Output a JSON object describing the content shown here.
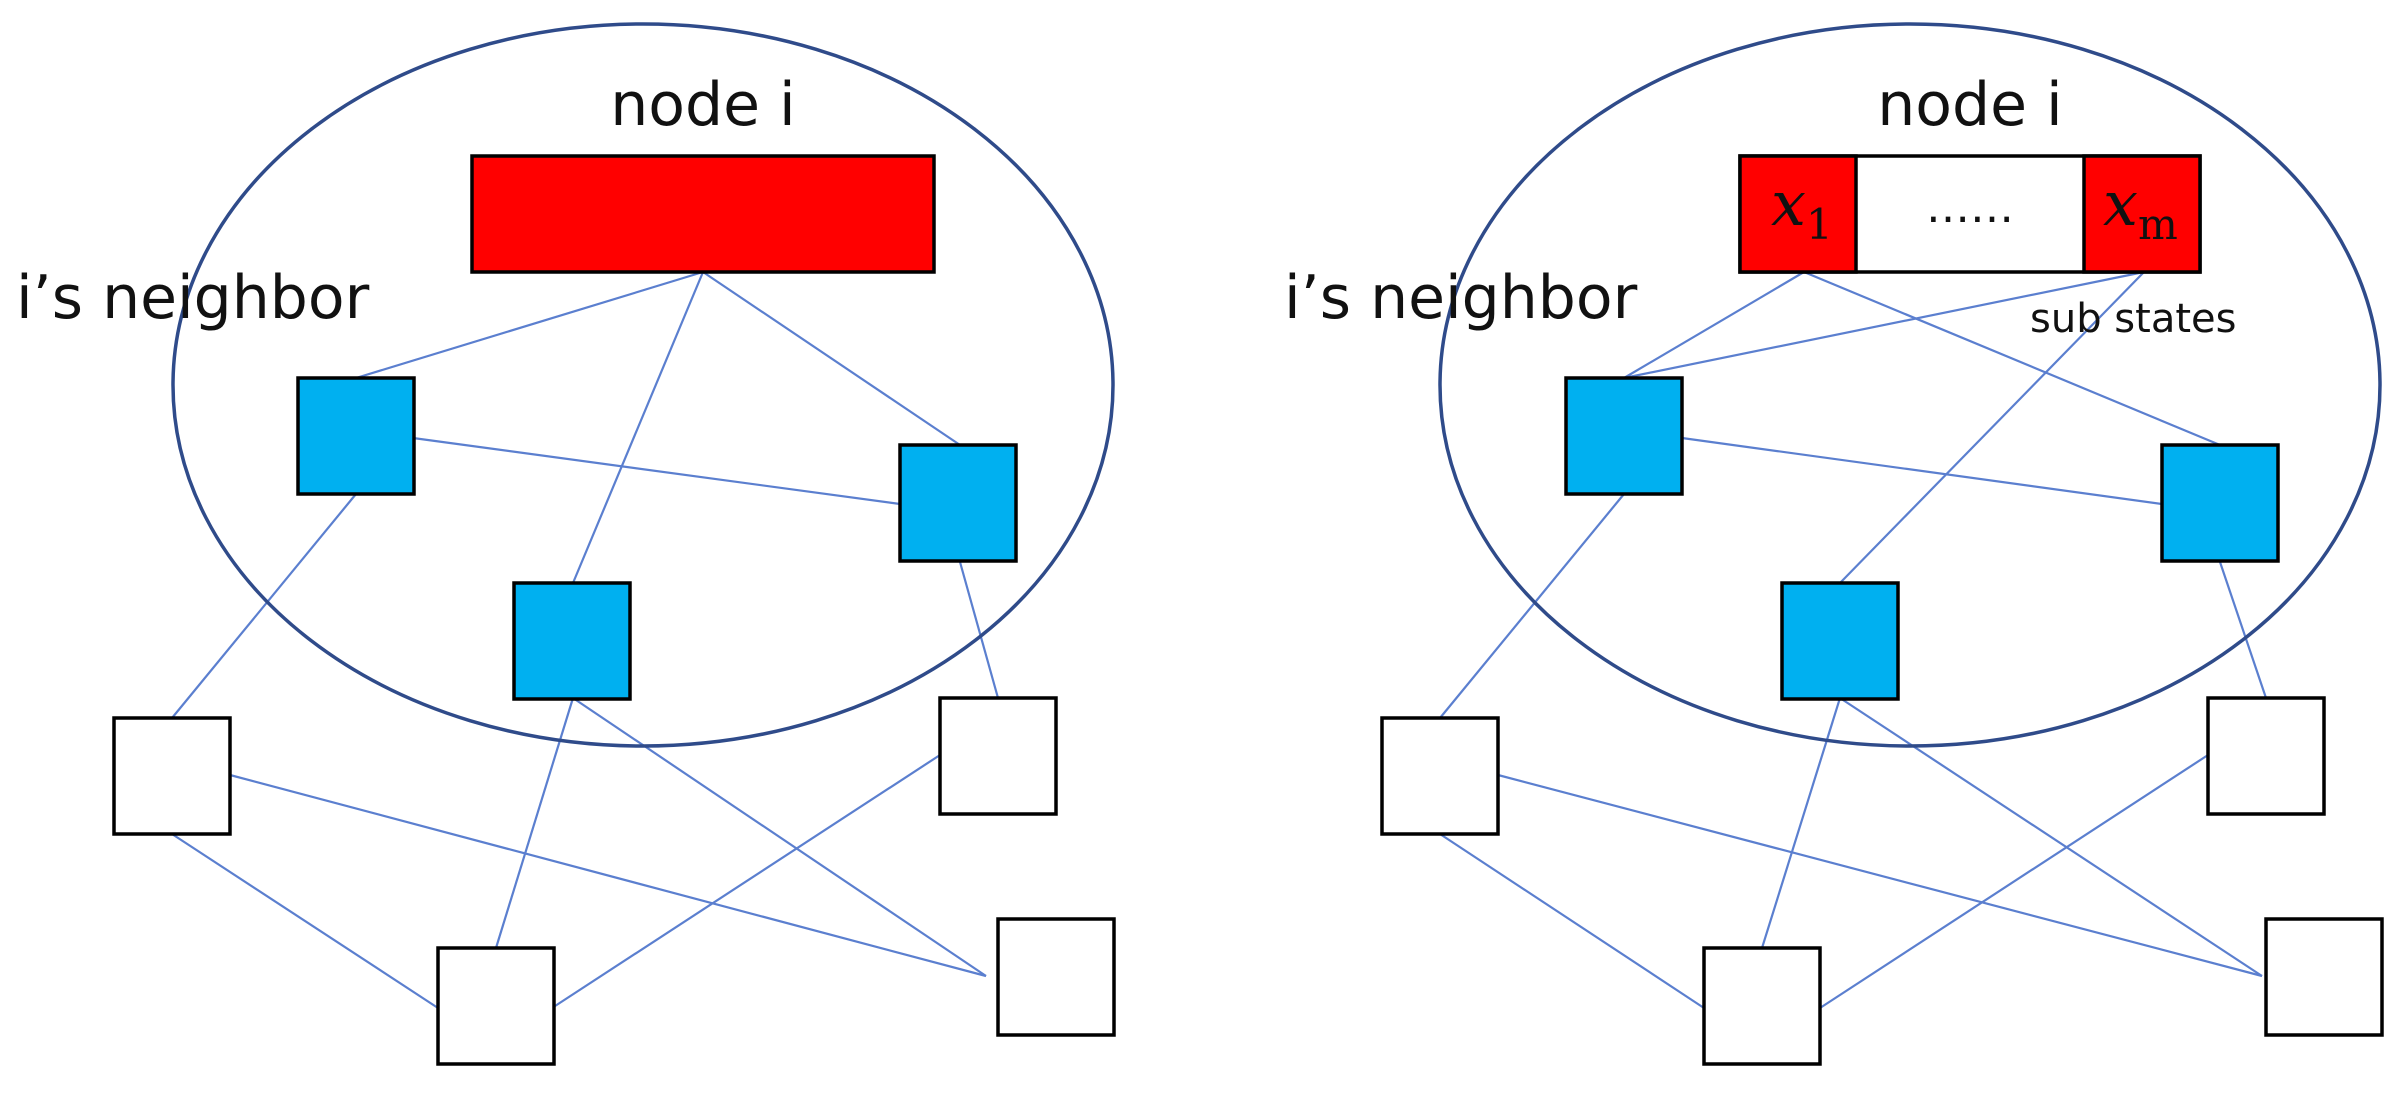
{
  "colors": {
    "node_red": "#ff0000",
    "neighbor_blue": "#00b0f0",
    "other_white": "#ffffff",
    "edge_blue": "#5b7fcf",
    "ellipse_stroke": "#2f4b8a"
  },
  "left_panel": {
    "node_label": "node i",
    "neighbor_label": "i’s neighbor"
  },
  "right_panel": {
    "node_label": "node i",
    "neighbor_label": "i’s neighbor",
    "sub_state_first_base": "x",
    "sub_state_first_index": "1",
    "sub_state_dots": "……",
    "sub_state_last_base": "x",
    "sub_state_last_index": "m",
    "sub_states_label": "sub states"
  }
}
